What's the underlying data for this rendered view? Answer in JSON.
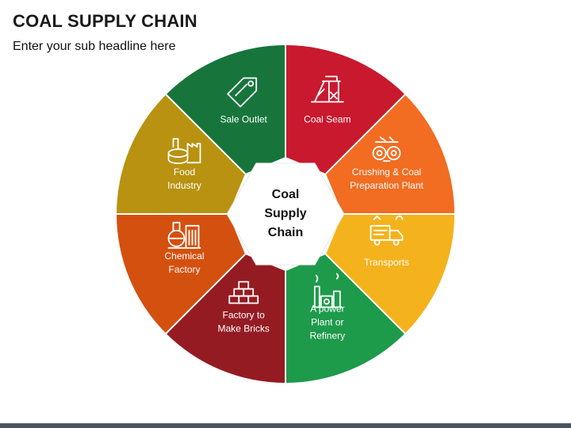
{
  "header": {
    "title": "COAL SUPPLY CHAIN",
    "subtitle": "Enter your sub headline here"
  },
  "diagram": {
    "center": [
      "Coal",
      "Supply",
      "Chain"
    ],
    "segments": [
      {
        "label": [
          "Coal Seam"
        ],
        "color": "#c8192e",
        "icon": "mine-headframe-icon"
      },
      {
        "label": [
          "Crushing & Coal",
          "Preparation Plant"
        ],
        "color": "#f26c21",
        "icon": "crusher-icon"
      },
      {
        "label": [
          "Transports"
        ],
        "color": "#f4b21c",
        "icon": "truck-icon"
      },
      {
        "label": [
          "A power",
          "Plant or",
          "Refinery"
        ],
        "color": "#1e9a4b",
        "icon": "power-plant-icon"
      },
      {
        "label": [
          "Factory to",
          "Make Bricks"
        ],
        "color": "#951b23",
        "icon": "bricks-icon"
      },
      {
        "label": [
          "Chemical",
          "Factory"
        ],
        "color": "#d4500f",
        "icon": "chemical-factory-icon"
      },
      {
        "label": [
          "Food",
          "Industry"
        ],
        "color": "#b89210",
        "icon": "food-industry-icon"
      },
      {
        "label": [
          "Sale Outlet"
        ],
        "color": "#17753c",
        "icon": "outlet-tag-icon"
      }
    ]
  }
}
